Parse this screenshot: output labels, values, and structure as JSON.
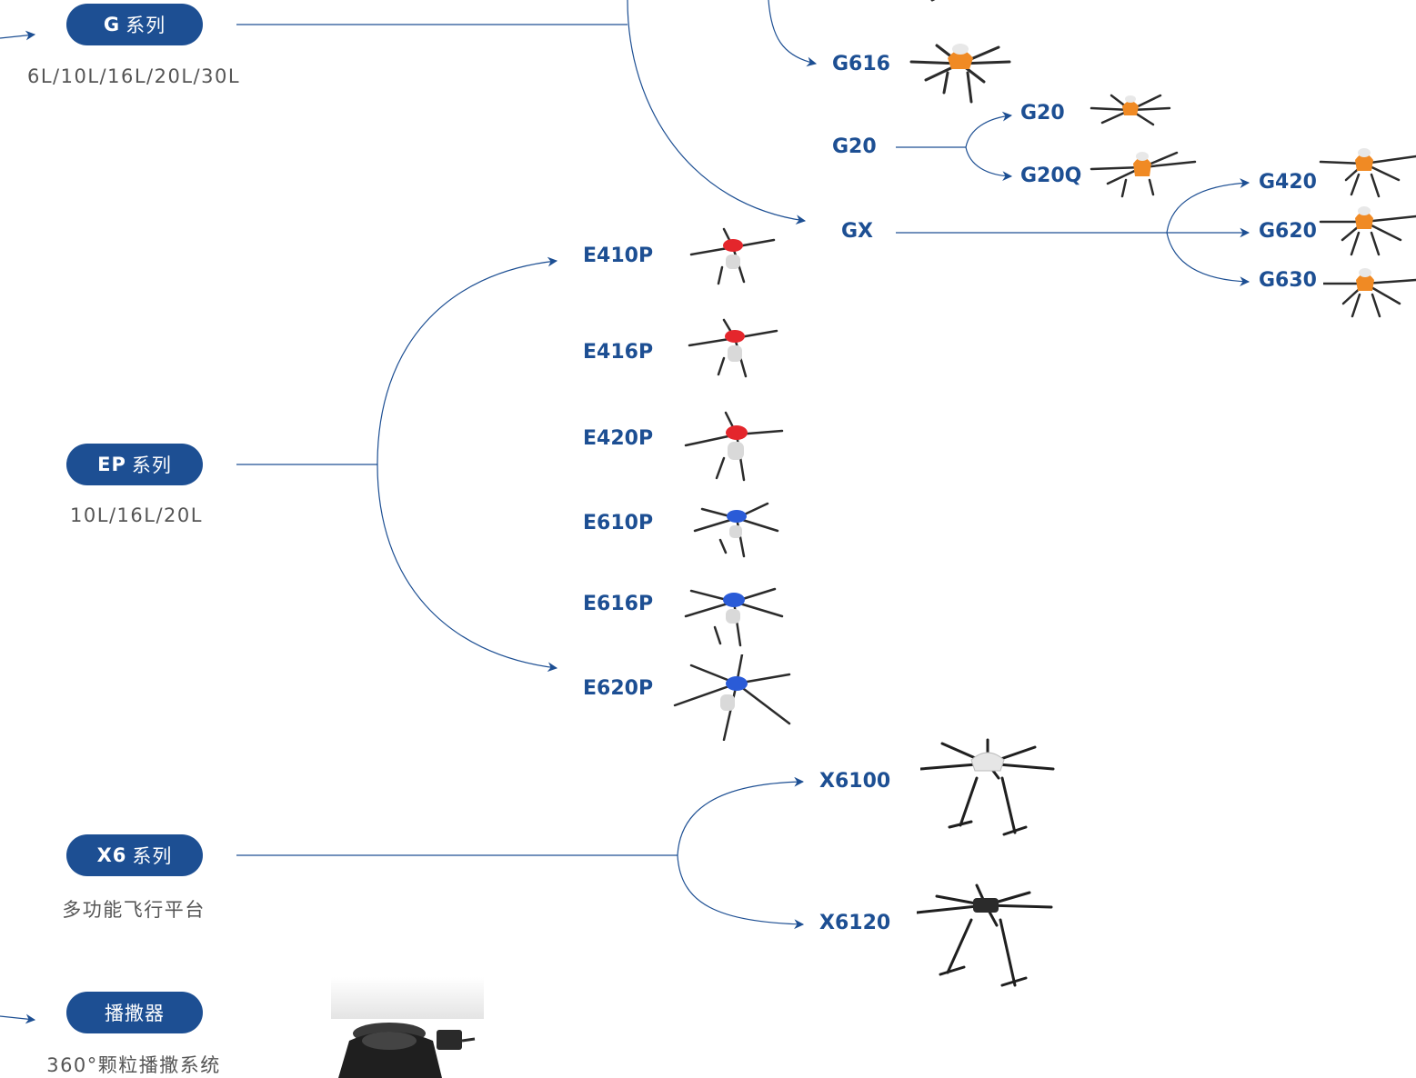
{
  "colors": {
    "brand_blue": "#1d4f93",
    "orange": "#f08a24",
    "red": "#e4262c",
    "blue_shell": "#2a5bd7",
    "frame_dark": "#2b2b2b"
  },
  "series": [
    {
      "id": "g",
      "bold": "G",
      "suffix": "系列",
      "sub": "6L/10L/16L/20L/30L"
    },
    {
      "id": "ep",
      "bold": "EP",
      "suffix": "系列",
      "sub": "10L/16L/20L"
    },
    {
      "id": "x6",
      "bold": "X6",
      "suffix": "系列",
      "sub": "多功能飞行平台"
    },
    {
      "id": "spreader",
      "bold": "",
      "suffix": "播撒器",
      "sub": "360°颗粒播撒系统"
    }
  ],
  "models": {
    "g616": "G616",
    "g20": "G20",
    "g20_child": "G20",
    "g20q": "G20Q",
    "gx": "GX",
    "g420": "G420",
    "g620": "G620",
    "g630": "G630",
    "e410p": "E410P",
    "e416p": "E416P",
    "e420p": "E420P",
    "e610p": "E610P",
    "e616p": "E616P",
    "e620p": "E620P",
    "x6100": "X6100",
    "x6120": "X6120"
  },
  "icons": {
    "g_drone": "orange-hexacopter-icon",
    "ep_red_drone": "red-quadcopter-icon",
    "ep_blue_drone": "blue-hexacopter-icon",
    "x6_drone": "black-hexacopter-frame-icon",
    "spreader": "granule-spreader-icon"
  }
}
